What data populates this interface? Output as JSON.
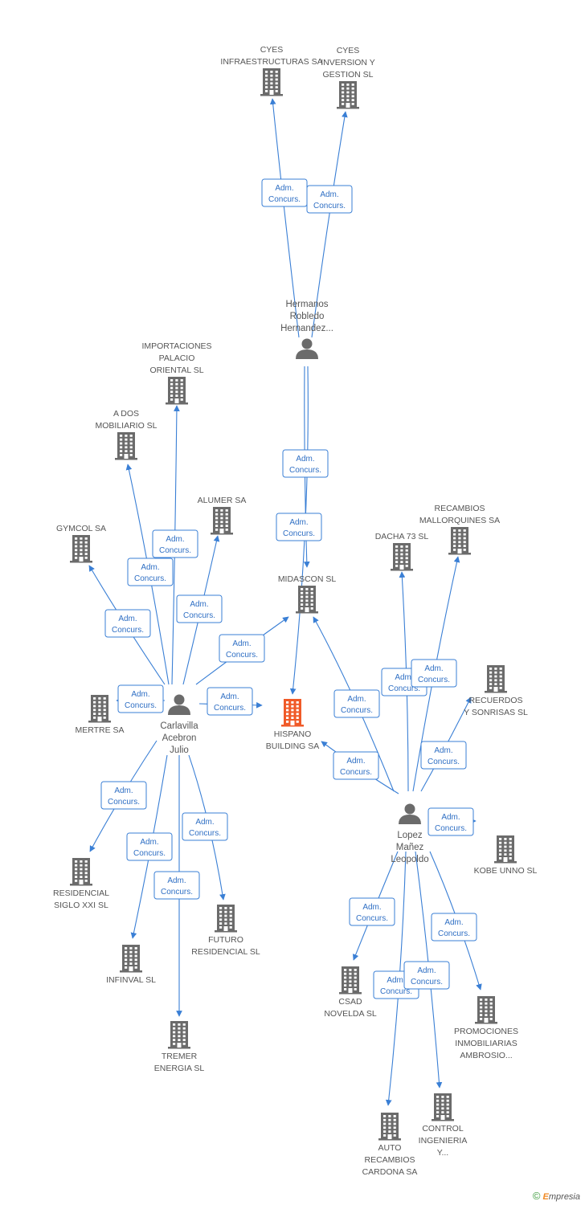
{
  "colors": {
    "edge": "#3a7fd5",
    "company": "#6b6b6b",
    "focus": "#f05a28",
    "person": "#6b6b6b"
  },
  "nodes": [
    {
      "id": "cyes_inf",
      "type": "company",
      "label": [
        "CYES",
        "INFRAESTRUCTURAS SA"
      ]
    },
    {
      "id": "cyes_inv",
      "type": "company",
      "label": [
        "CYES",
        "INVERSION Y",
        "GESTION SL"
      ]
    },
    {
      "id": "hermanos",
      "type": "person",
      "label": [
        "Hermanos",
        "Robledo",
        "Hernandez..."
      ]
    },
    {
      "id": "importaciones",
      "type": "company",
      "label": [
        "IMPORTACIONES",
        "PALACIO",
        "ORIENTAL SL"
      ]
    },
    {
      "id": "a_dos",
      "type": "company",
      "label": [
        "A DOS",
        "MOBILIARIO SL"
      ]
    },
    {
      "id": "alumer",
      "type": "company",
      "label": [
        "ALUMER SA"
      ]
    },
    {
      "id": "gymcol",
      "type": "company",
      "label": [
        "GYMCOL SA"
      ]
    },
    {
      "id": "midascon",
      "type": "company",
      "label": [
        "MIDASCON SL"
      ]
    },
    {
      "id": "dacha",
      "type": "company",
      "label": [
        "DACHA 73 SL"
      ]
    },
    {
      "id": "recambios_mall",
      "type": "company",
      "label": [
        "RECAMBIOS",
        "MALLORQUINES SA"
      ]
    },
    {
      "id": "recuerdos",
      "type": "company",
      "label": [
        "RECUERDOS",
        "Y SONRISAS SL"
      ]
    },
    {
      "id": "hispano",
      "type": "focus",
      "label": [
        "HISPANO",
        "BUILDING SA"
      ]
    },
    {
      "id": "carlavilla",
      "type": "person",
      "label": [
        "Carlavilla",
        "Acebron",
        "Julio"
      ]
    },
    {
      "id": "mertre",
      "type": "company",
      "label": [
        "MERTRE SA"
      ]
    },
    {
      "id": "lopez",
      "type": "person",
      "label": [
        "Lopez",
        "Mañez",
        "Leopoldo"
      ]
    },
    {
      "id": "kobe",
      "type": "company",
      "label": [
        "KOBE UNNO SL"
      ]
    },
    {
      "id": "residencial",
      "type": "company",
      "label": [
        "RESIDENCIAL",
        "SIGLO XXI SL"
      ]
    },
    {
      "id": "futuro",
      "type": "company",
      "label": [
        "FUTURO",
        "RESIDENCIAL SL"
      ]
    },
    {
      "id": "infinval",
      "type": "company",
      "label": [
        "INFINVAL SL"
      ]
    },
    {
      "id": "tremer",
      "type": "company",
      "label": [
        "TREMER",
        "ENERGIA SL"
      ]
    },
    {
      "id": "csad",
      "type": "company",
      "label": [
        "CSAD",
        "NOVELDA SL"
      ]
    },
    {
      "id": "promociones",
      "type": "company",
      "label": [
        "PROMOCIONES",
        "INMOBILIARIAS",
        "AMBROSIO..."
      ]
    },
    {
      "id": "auto",
      "type": "company",
      "label": [
        "AUTO",
        "RECAMBIOS",
        "CARDONA SA"
      ]
    },
    {
      "id": "control",
      "type": "company",
      "label": [
        "CONTROL",
        "INGENIERIA",
        "Y..."
      ]
    }
  ],
  "edge_label": [
    "Adm.",
    "Concurs."
  ],
  "edges": [
    {
      "from": "hermanos",
      "to": "cyes_inf"
    },
    {
      "from": "hermanos",
      "to": "cyes_inv"
    },
    {
      "from": "hermanos",
      "to": "midascon"
    },
    {
      "from": "hermanos",
      "to": "hispano"
    },
    {
      "from": "carlavilla",
      "to": "importaciones"
    },
    {
      "from": "carlavilla",
      "to": "a_dos"
    },
    {
      "from": "carlavilla",
      "to": "alumer"
    },
    {
      "from": "carlavilla",
      "to": "gymcol"
    },
    {
      "from": "carlavilla",
      "to": "midascon"
    },
    {
      "from": "carlavilla",
      "to": "mertre"
    },
    {
      "from": "carlavilla",
      "to": "hispano"
    },
    {
      "from": "carlavilla",
      "to": "residencial"
    },
    {
      "from": "carlavilla",
      "to": "infinval"
    },
    {
      "from": "carlavilla",
      "to": "futuro"
    },
    {
      "from": "carlavilla",
      "to": "tremer"
    },
    {
      "from": "lopez",
      "to": "midascon"
    },
    {
      "from": "lopez",
      "to": "dacha"
    },
    {
      "from": "lopez",
      "to": "recambios_mall"
    },
    {
      "from": "lopez",
      "to": "recuerdos"
    },
    {
      "from": "lopez",
      "to": "hispano"
    },
    {
      "from": "lopez",
      "to": "kobe"
    },
    {
      "from": "lopez",
      "to": "csad"
    },
    {
      "from": "lopez",
      "to": "promociones"
    },
    {
      "from": "lopez",
      "to": "auto"
    },
    {
      "from": "lopez",
      "to": "control"
    }
  ],
  "footer": {
    "copyright": "©",
    "brand_first": "E",
    "brand_rest": "mpresia"
  }
}
